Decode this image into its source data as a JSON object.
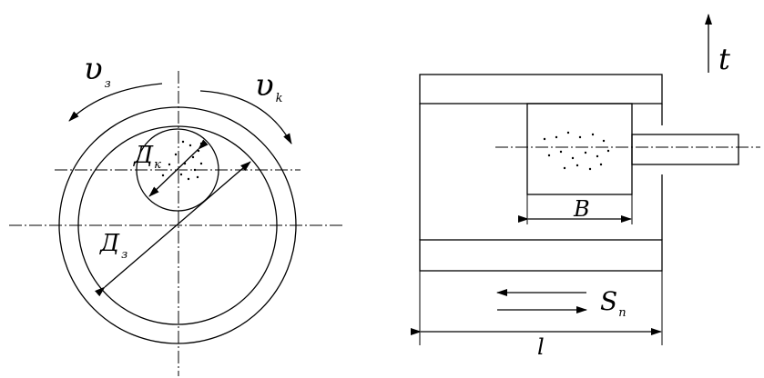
{
  "left_view": {
    "v_z": {
      "main": "υ",
      "sub": "з"
    },
    "v_k": {
      "main": "υ",
      "sub": "k"
    },
    "d_k": {
      "main": "Д",
      "sub": "к"
    },
    "d_z": {
      "main": "Д",
      "sub": "з"
    }
  },
  "right_view": {
    "t_label": "t",
    "b_label": "B",
    "s_n": {
      "main": "S",
      "sub": "п"
    },
    "l_label": "l"
  }
}
